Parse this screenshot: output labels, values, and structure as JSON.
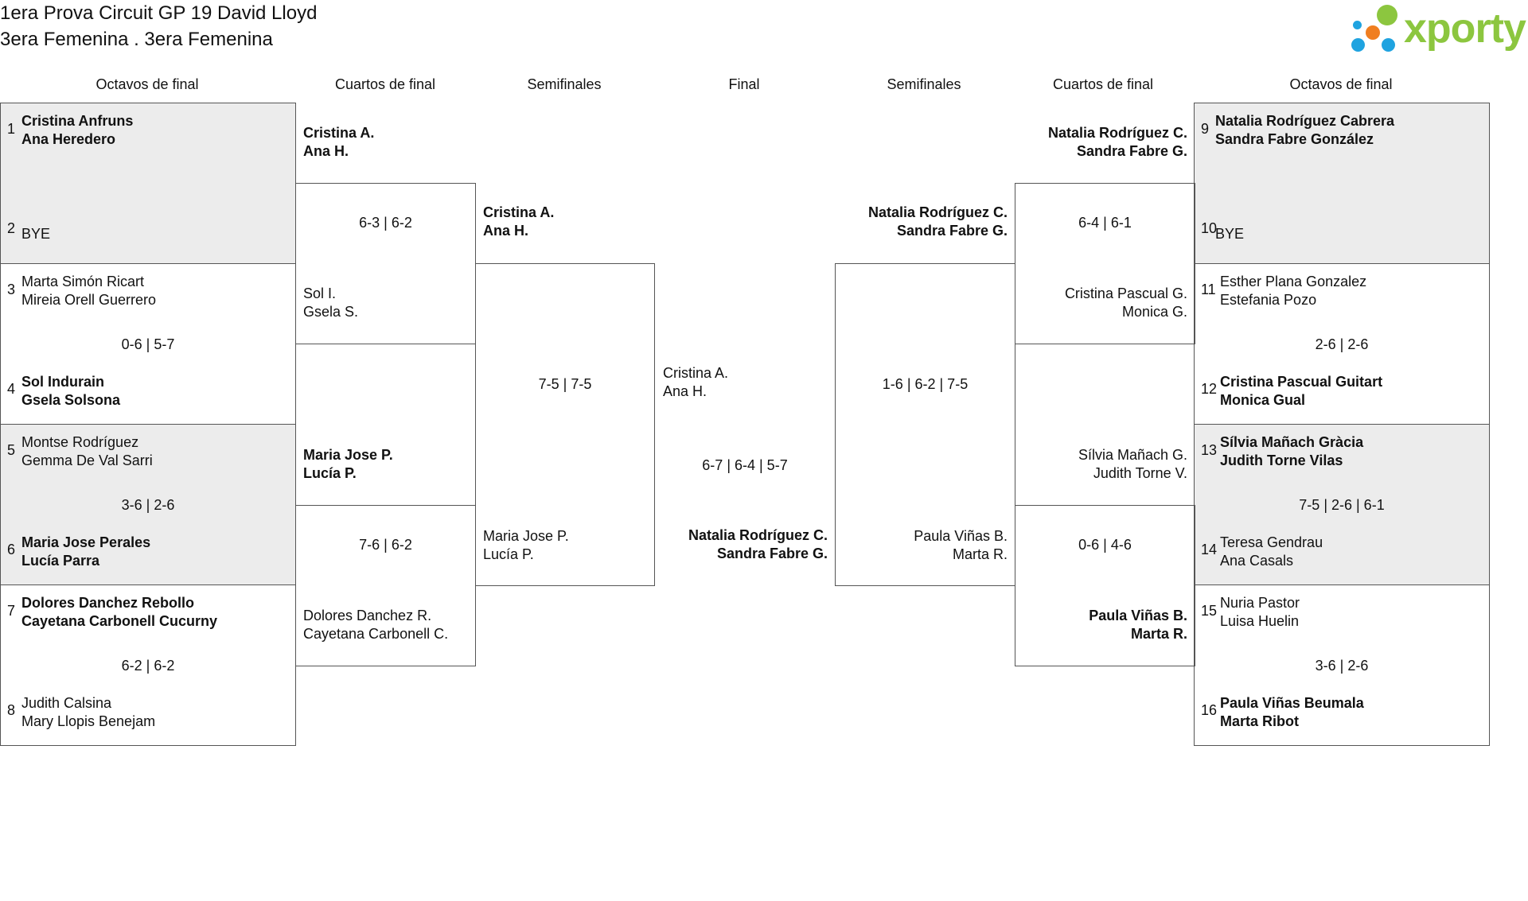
{
  "header": {
    "title_line1": "1era Prova Circuit GP 19 David Lloyd",
    "title_line2": "3era Femenina . 3era Femenina",
    "logo_text": "xporty",
    "logo_colors": [
      "#f07e20",
      "#8cc63f",
      "#1fa3e0"
    ]
  },
  "rounds": {
    "left": [
      "Octavos de final",
      "Cuartos de final",
      "Semifinales"
    ],
    "final": "Final",
    "right": [
      "Semifinales",
      "Cuartos de final",
      "Octavos de final"
    ]
  },
  "r16_left": [
    {
      "seed_a": "1",
      "a1": "Cristina Anfruns",
      "a2": "Ana Heredero",
      "seed_b": "2",
      "b1": "BYE",
      "b2": "",
      "score": "",
      "winner": "a"
    },
    {
      "seed_a": "3",
      "a1": "Marta Simón Ricart",
      "a2": "Mireia Orell Guerrero",
      "seed_b": "4",
      "b1": "Sol Indurain",
      "b2": "Gsela Solsona",
      "score": "0-6 | 5-7",
      "winner": "b"
    },
    {
      "seed_a": "5",
      "a1": "Montse Rodríguez",
      "a2": "Gemma De Val Sarri",
      "seed_b": "6",
      "b1": "Maria Jose Perales",
      "b2": "Lucía Parra",
      "score": "3-6 | 2-6",
      "winner": "b"
    },
    {
      "seed_a": "7",
      "a1": "Dolores Danchez Rebollo",
      "a2": "Cayetana Carbonell Cucurny",
      "seed_b": "8",
      "b1": "Judith Calsina",
      "b2": "Mary Llopis Benejam",
      "score": "6-2 | 6-2",
      "winner": "a"
    }
  ],
  "r16_right": [
    {
      "seed_a": "9",
      "a1": "Natalia Rodríguez Cabrera",
      "a2": "Sandra Fabre González",
      "seed_b": "10",
      "b1": "BYE",
      "b2": "",
      "score": "",
      "winner": "a"
    },
    {
      "seed_a": "11",
      "a1": "Esther Plana Gonzalez",
      "a2": "Estefania Pozo",
      "seed_b": "12",
      "b1": "Cristina Pascual Guitart",
      "b2": "Monica Gual",
      "score": "2-6 | 2-6",
      "winner": "b"
    },
    {
      "seed_a": "13",
      "a1": "Sílvia Mañach Gràcia",
      "a2": "Judith Torne Vilas",
      "seed_b": "14",
      "b1": "Teresa Gendrau",
      "b2": "Ana Casals",
      "score": "7-5 | 2-6 | 6-1",
      "winner": "a"
    },
    {
      "seed_a": "15",
      "a1": "Nuria Pastor",
      "a2": "Luisa Huelin",
      "seed_b": "16",
      "b1": "Paula Viñas Beumala",
      "b2": "Marta Ribot",
      "score": "3-6 | 2-6",
      "winner": "b"
    }
  ],
  "qf_left": [
    {
      "a1": "Cristina A.",
      "a2": "Ana H.",
      "b1": "Sol I.",
      "b2": "Gsela S.",
      "score": "6-3 | 6-2",
      "winner": "a"
    },
    {
      "a1": "Maria Jose P.",
      "a2": "Lucía P.",
      "b1": "Dolores Danchez R.",
      "b2": "Cayetana Carbonell C.",
      "score": "7-6 | 6-2",
      "winner": "a"
    }
  ],
  "qf_right": [
    {
      "a1": "Natalia Rodríguez C.",
      "a2": "Sandra Fabre G.",
      "b1": "Cristina Pascual G.",
      "b2": "Monica G.",
      "score": "6-4 | 6-1",
      "winner": "a"
    },
    {
      "a1": "Sílvia Mañach G.",
      "a2": "Judith Torne V.",
      "b1": "Paula Viñas B.",
      "b2": "Marta R.",
      "score": "0-6 | 4-6",
      "winner": "b"
    }
  ],
  "sf_left": {
    "a1": "Cristina A.",
    "a2": "Ana H.",
    "b1": "Maria Jose P.",
    "b2": "Lucía P.",
    "score": "7-5 | 7-5",
    "winner": "a"
  },
  "sf_right": {
    "a1": "Natalia Rodríguez C.",
    "a2": "Sandra Fabre G.",
    "b1": "Paula Viñas B.",
    "b2": "Marta R.",
    "score": "1-6 | 6-2 | 7-5",
    "winner": "a"
  },
  "final": {
    "a1": "Cristina A.",
    "a2": "Ana H.",
    "b1": "Natalia Rodríguez C.",
    "b2": "Sandra Fabre G.",
    "score": "6-7 | 6-4 | 5-7",
    "winner": "b"
  }
}
